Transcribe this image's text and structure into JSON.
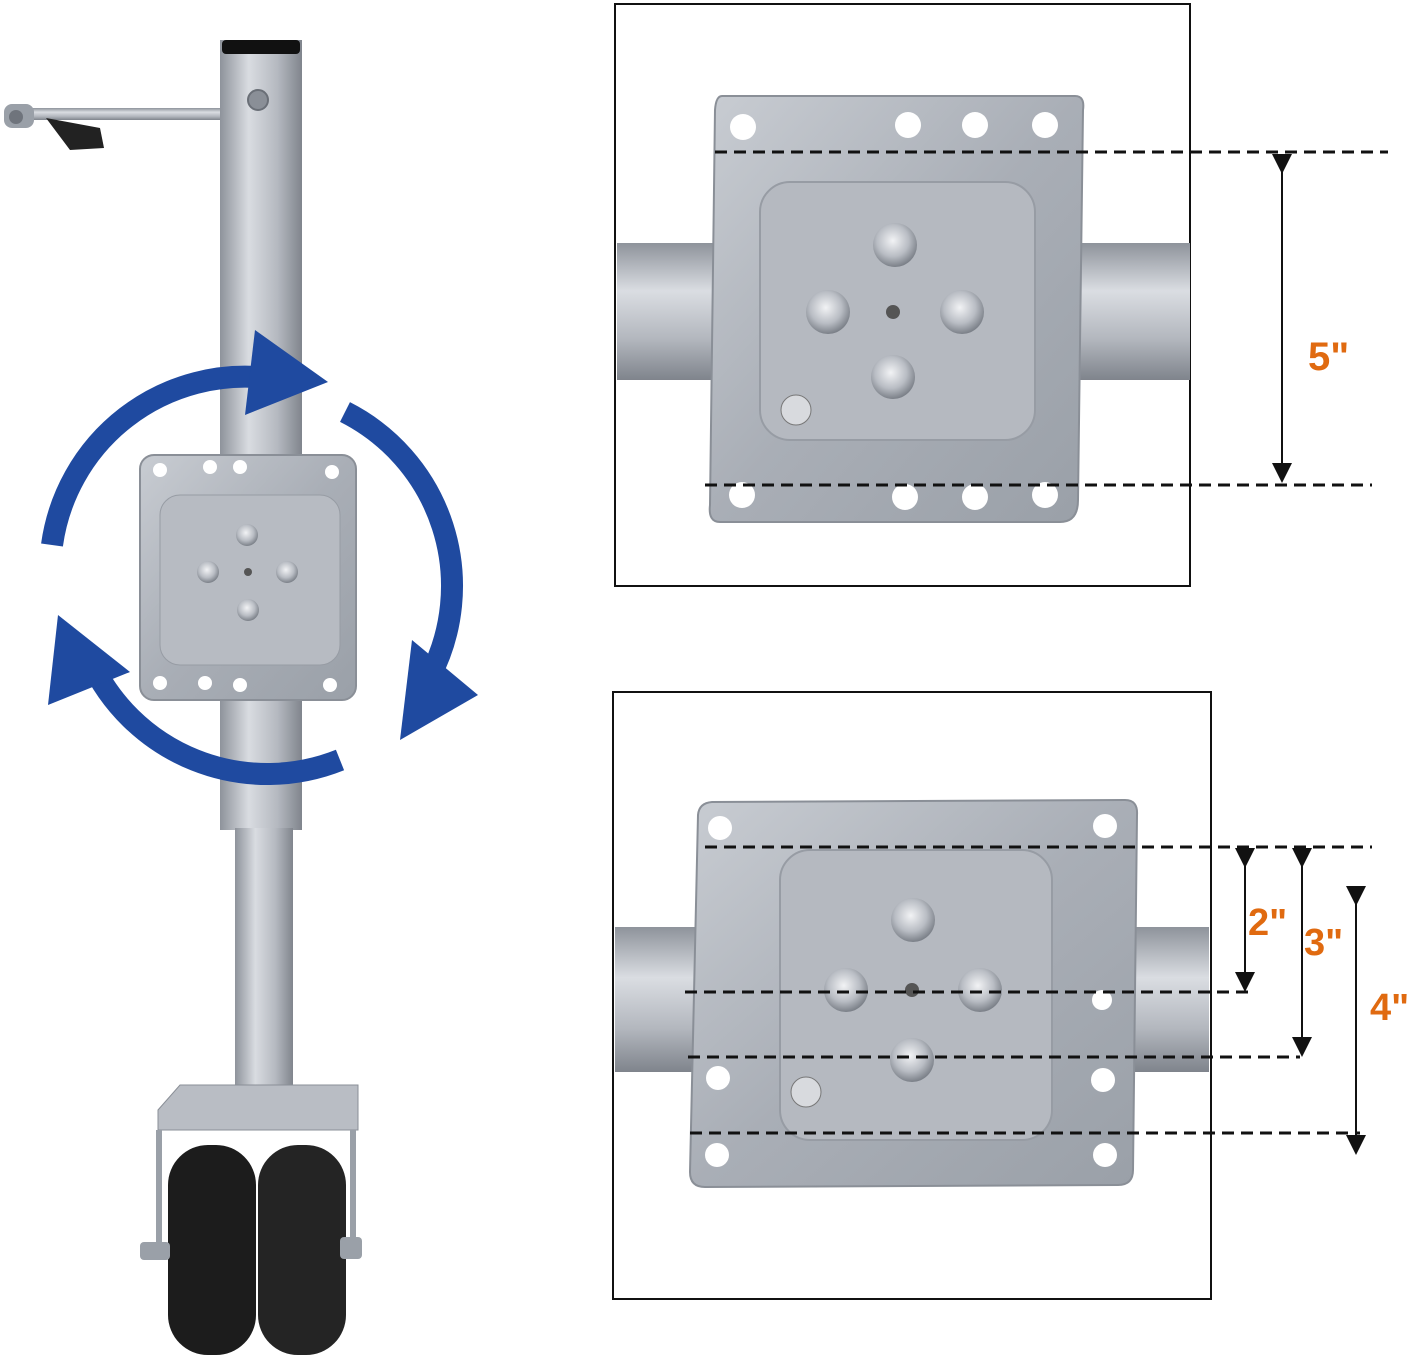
{
  "colors": {
    "accent_orange": "#e06a10",
    "rotation_blue": "#1f4aa0",
    "steel_light": "#c9ccd2",
    "steel_mid": "#a7abb3",
    "steel_dark": "#7d828b",
    "wheel_black": "#1c1c1c",
    "frame_black": "#111111"
  },
  "icons": {
    "rotation": "rotation-arrows-icon",
    "dimension": "dimension-arrow-icon"
  },
  "top_panel": {
    "dimension_label": "5\""
  },
  "bottom_panel": {
    "dimension_labels": [
      "2\"",
      "3\"",
      "4\""
    ]
  }
}
